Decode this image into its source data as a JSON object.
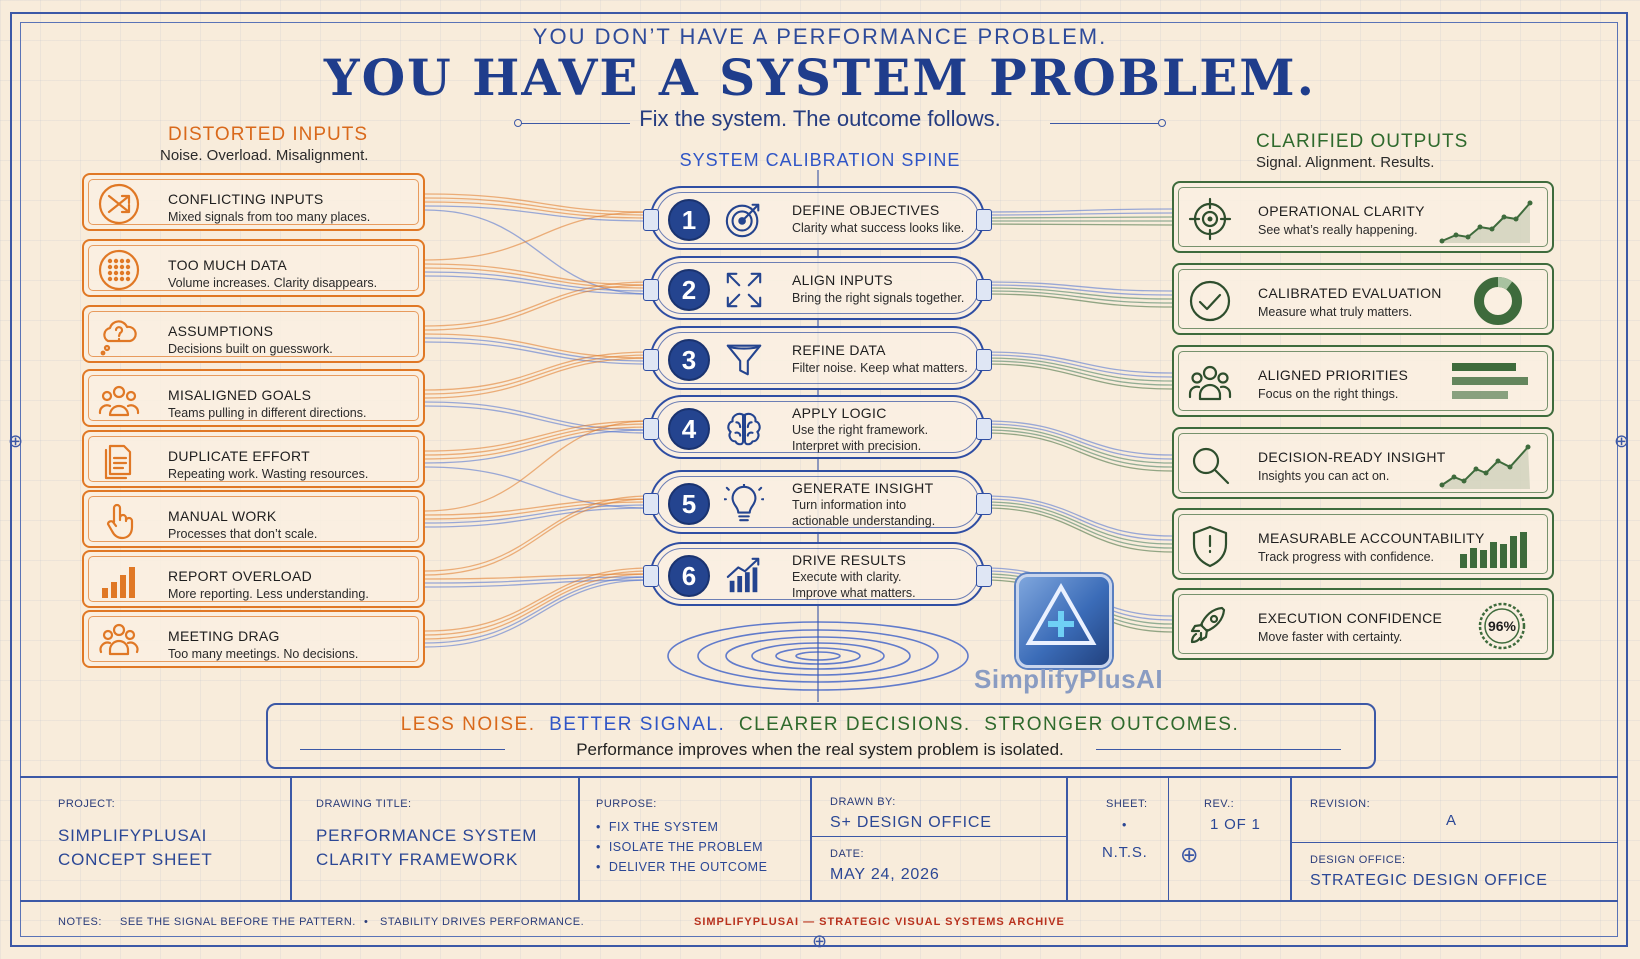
{
  "header": {
    "top_line": "YOU DON’T HAVE A PERFORMANCE PROBLEM.",
    "title": "YOU HAVE A SYSTEM PROBLEM.",
    "subtitle": "Fix the system. The outcome follows."
  },
  "inputs": {
    "heading": "DISTORTED INPUTS",
    "subheading": "Noise. Overload. Misalignment.",
    "items": [
      {
        "title": "CONFLICTING INPUTS",
        "desc": "Mixed signals from too many places.",
        "icon": "crossed-arrows-icon"
      },
      {
        "title": "TOO MUCH DATA",
        "desc": "Volume increases. Clarity disappears.",
        "icon": "dot-grid-icon"
      },
      {
        "title": "ASSUMPTIONS",
        "desc": "Decisions built on guesswork.",
        "icon": "question-cloud-icon"
      },
      {
        "title": "MISALIGNED GOALS",
        "desc": "Teams pulling in different directions.",
        "icon": "team-icon"
      },
      {
        "title": "DUPLICATE EFFORT",
        "desc": "Repeating work. Wasting resources.",
        "icon": "documents-icon"
      },
      {
        "title": "MANUAL WORK",
        "desc": "Processes that don’t scale.",
        "icon": "pointer-hand-icon"
      },
      {
        "title": "REPORT OVERLOAD",
        "desc": "More reporting. Less understanding.",
        "icon": "bar-chart-icon"
      },
      {
        "title": "MEETING DRAG",
        "desc": "Too many meetings. No decisions.",
        "icon": "group-icon"
      }
    ]
  },
  "spine": {
    "heading": "SYSTEM CALIBRATION SPINE",
    "steps": [
      {
        "num": "1",
        "title": "DEFINE OBJECTIVES",
        "desc": "Clarity what success looks like.",
        "icon": "target-icon"
      },
      {
        "num": "2",
        "title": "ALIGN INPUTS",
        "desc": "Bring the right signals together.",
        "icon": "expand-arrows-icon"
      },
      {
        "num": "3",
        "title": "REFINE DATA",
        "desc": "Filter noise. Keep what matters.",
        "icon": "funnel-icon"
      },
      {
        "num": "4",
        "title": "APPLY LOGIC",
        "desc": "Use the right framework.",
        "desc2": "Interpret with precision.",
        "icon": "brain-icon"
      },
      {
        "num": "5",
        "title": "GENERATE INSIGHT",
        "desc": "Turn information into",
        "desc2": "actionable understanding.",
        "icon": "lightbulb-icon"
      },
      {
        "num": "6",
        "title": "DRIVE RESULTS",
        "desc": "Execute with clarity.",
        "desc2": "Improve what matters.",
        "icon": "growth-chart-icon"
      }
    ]
  },
  "outputs": {
    "heading": "CLARIFIED OUTPUTS",
    "subheading": "Signal. Alignment. Results.",
    "items": [
      {
        "title": "OPERATIONAL CLARITY",
        "desc": "See what’s really happening.",
        "icon": "crosshair-icon"
      },
      {
        "title": "CALIBRATED EVALUATION",
        "desc": "Measure what truly matters.",
        "icon": "check-circle-icon"
      },
      {
        "title": "ALIGNED PRIORITIES",
        "desc": "Focus on the right things.",
        "icon": "people-icon"
      },
      {
        "title": "DECISION-READY INSIGHT",
        "desc": "Insights you can act on.",
        "icon": "magnifier-icon"
      },
      {
        "title": "MEASURABLE ACCOUNTABILITY",
        "desc": "Track progress with confidence.",
        "icon": "shield-icon"
      },
      {
        "title": "EXECUTION CONFIDENCE",
        "desc": "Move faster with certainty.",
        "icon": "rocket-icon",
        "gauge": "96%"
      }
    ]
  },
  "logo": {
    "text": "SimplifyPlusAI"
  },
  "summary": {
    "tag1": "LESS NOISE.",
    "tag2": "BETTER SIGNAL.",
    "tag3": "CLEARER DECISIONS.",
    "tag4": "STRONGER OUTCOMES.",
    "text": "Performance improves when the real system problem is isolated."
  },
  "colors": {
    "orange": "#e07825",
    "blue": "#2f4ea3",
    "green": "#3e6b3c",
    "navy": "#1f3d8c"
  },
  "title_block": {
    "project_label": "PROJECT:",
    "project_line1": "SIMPLIFYPLUSAI",
    "project_line2": "CONCEPT SHEET",
    "drawing_label": "DRAWING TITLE:",
    "drawing_line1": "PERFORMANCE SYSTEM",
    "drawing_line2": "CLARITY FRAMEWORK",
    "purpose_label": "PURPOSE:",
    "purpose_items": [
      "FIX THE SYSTEM",
      "ISOLATE THE PROBLEM",
      "DELIVER THE OUTCOME"
    ],
    "drawn_label": "DRAWN BY:",
    "drawn_value": "S+ DESIGN OFFICE",
    "date_label": "DATE:",
    "date_value": "MAY 24, 2026",
    "sheet_label": "SHEET:",
    "sheet_scale": "N.T.S.",
    "rev_label": "REV.:",
    "rev_value": "1 OF 1",
    "revision_label": "REVISION:",
    "revision_value": "A",
    "office_label": "DESIGN OFFICE:",
    "office_value": "STRATEGIC DESIGN OFFICE",
    "notes_label": "NOTES:",
    "note1": "SEE THE SIGNAL BEFORE THE PATTERN.",
    "note2": "STABILITY DRIVES PERFORMANCE.",
    "archive": "SIMPLIFYPLUSAI — STRATEGIC VISUAL SYSTEMS ARCHIVE"
  }
}
